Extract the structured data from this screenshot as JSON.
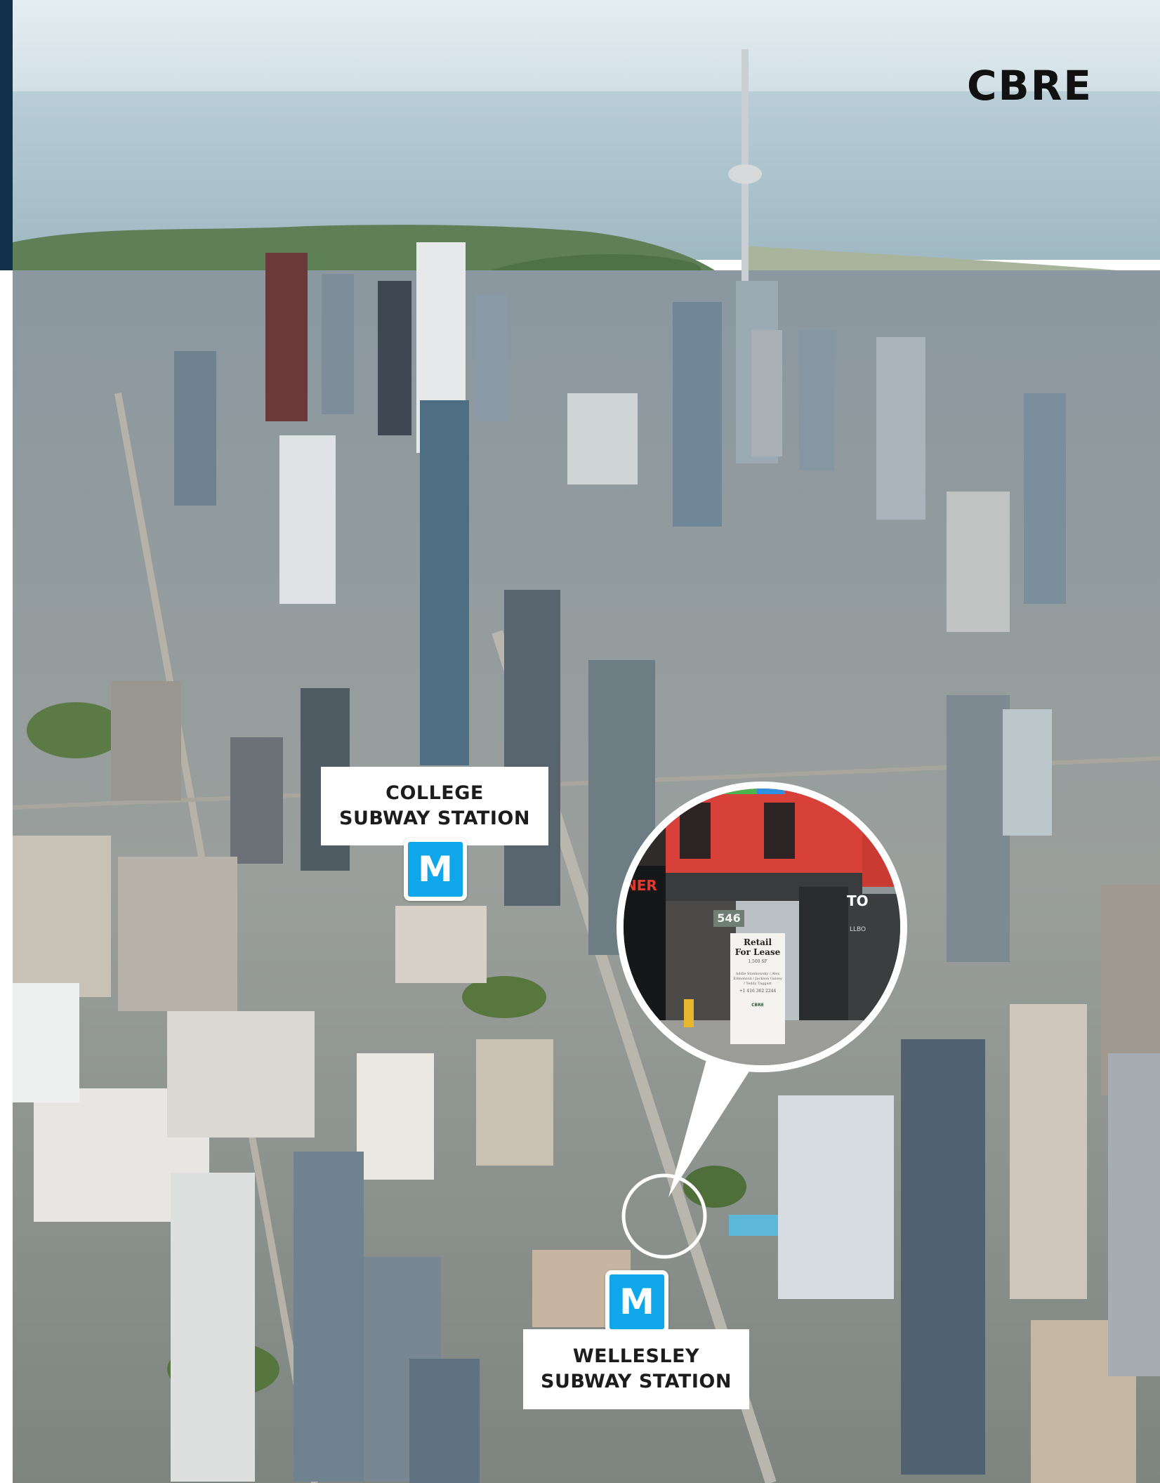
{
  "brand": {
    "logo_text": "CBRE"
  },
  "stations": {
    "college": {
      "line1": "COLLEGE",
      "line2": "SUBWAY STATION",
      "icon_letter": "M"
    },
    "wellesley": {
      "line1": "WELLESLEY",
      "line2": "SUBWAY STATION",
      "icon_letter": "M"
    }
  },
  "inset": {
    "address_number": "546",
    "lease_sign": {
      "line1": "Retail",
      "line2": "For Lease",
      "area": "1,500 SF",
      "contacts": "Addie Stankowsky / Alex Edmonson / Jackson Gaisey / Teddy Taggart",
      "phone": "+1 416 362 2244",
      "brand": "CBRE"
    },
    "left_store_sign": "NER",
    "right_store_sign": "TO",
    "right_store_sub": "LLBO"
  },
  "colors": {
    "accent_bar": "#12304b",
    "metro_icon": "#10a7ea",
    "label_background": "#ffffff"
  },
  "icons": {
    "subway": "metro-m-icon",
    "site_marker": "site-circle-icon"
  }
}
